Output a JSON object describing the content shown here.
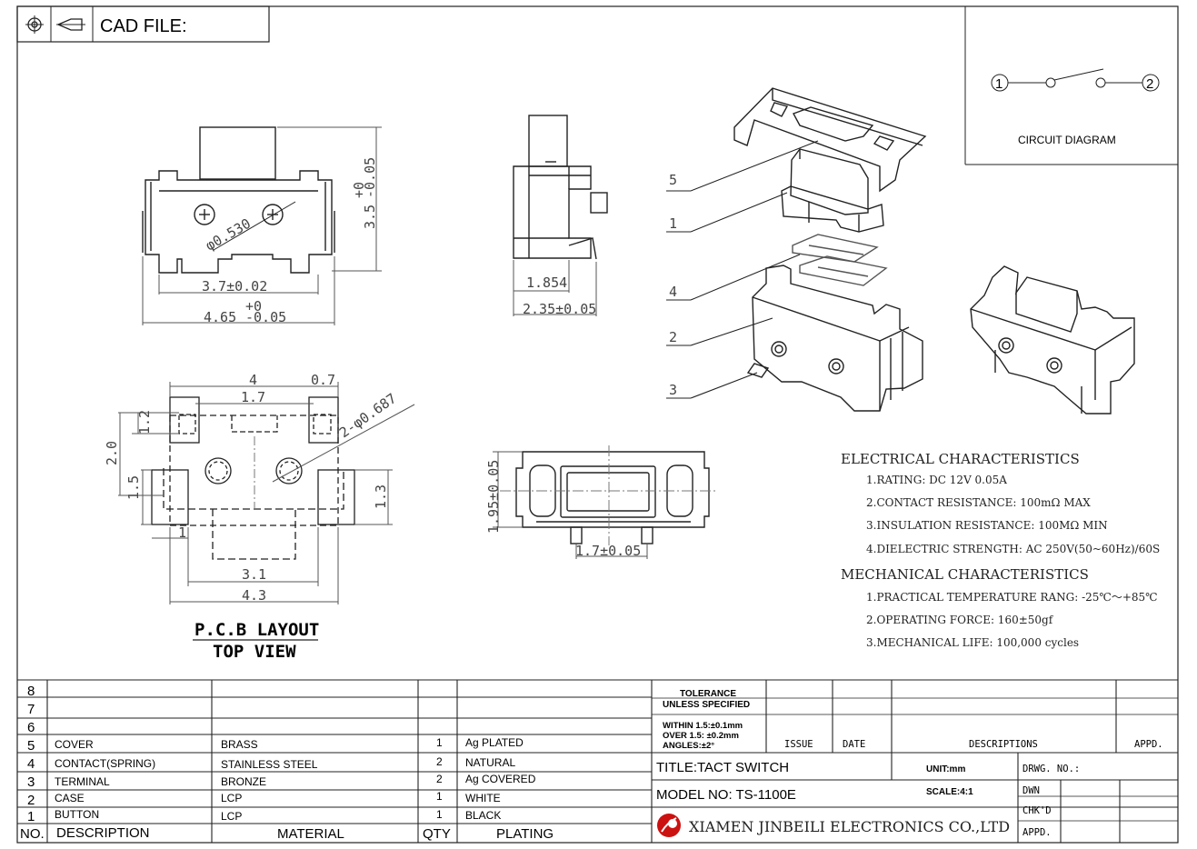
{
  "header": {
    "cad_label": "CAD FILE:"
  },
  "circuit": {
    "node_1": "1",
    "node_2": "2",
    "label": "CIRCUIT DIAGRAM"
  },
  "front_view": {
    "height_dim": "3.5",
    "height_tol_top": "+0",
    "height_tol_bottom": "-0.05",
    "hole_dim": "φ0.530",
    "pitch_dim": "3.7±0.02",
    "width_dim": "4.65",
    "width_tol_top": "+0",
    "width_tol_bottom": "-0.05"
  },
  "side_view": {
    "inner_dim": "1.854",
    "depth_dim": "2.35±0.05"
  },
  "pcb_layout": {
    "dim_top_width": "4",
    "dim_pad": "0.7",
    "dim_inner": "1.7",
    "dim_hole": "2-φ0.687",
    "dim_pad_h": "1.2",
    "dim_row_h": "2.0",
    "dim_left_h": "1.5",
    "dim_right_h": "1.3",
    "dim_small": "1",
    "dim_mid": "3.1",
    "dim_total": "4.3",
    "title_line1": "P.C.B LAYOUT",
    "title_line2": "TOP VIEW"
  },
  "top_view": {
    "height_dim": "1.95±0.05",
    "width_dim": "1.7±0.05"
  },
  "explode_labels": [
    "5",
    "1",
    "4",
    "2",
    "3"
  ],
  "electrical": {
    "heading": "ELECTRICAL CHARACTERISTICS",
    "items": [
      "1.RATING: DC 12V 0.05A",
      "2.CONTACT RESISTANCE: 100mΩ MAX",
      "3.INSULATION RESISTANCE: 100MΩ MIN",
      "4.DIELECTRIC STRENGTH: AC 250V(50~60Hz)/60S"
    ]
  },
  "mechanical": {
    "heading": "MECHANICAL CHARACTERISTICS",
    "items": [
      "1.PRACTICAL TEMPERATURE RANG: -25℃～+85℃",
      "2.OPERATING FORCE: 160±50gf",
      "3.MECHANICAL LIFE: 100,000 cycles"
    ]
  },
  "bom": {
    "empty_rows": [
      "8",
      "7",
      "6"
    ],
    "rows": [
      {
        "no": "5",
        "description": "COVER",
        "material": "BRASS",
        "qty": "1",
        "plating": "Ag PLATED"
      },
      {
        "no": "4",
        "description": "CONTACT(SPRING)",
        "material": "STAINLESS STEEL",
        "qty": "2",
        "plating": "NATURAL"
      },
      {
        "no": "3",
        "description": "TERMINAL",
        "material": "BRONZE",
        "qty": "2",
        "plating": "Ag COVERED"
      },
      {
        "no": "2",
        "description": "CASE",
        "material": "LCP",
        "qty": "1",
        "plating": "WHITE"
      },
      {
        "no": "1",
        "description": "BUTTON",
        "material": "LCP",
        "qty": "1",
        "plating": "BLACK"
      }
    ],
    "headers": {
      "no": "NO.",
      "description": "DESCRIPTION",
      "material": "MATERIAL",
      "qty": "QTY",
      "plating": "PLATING"
    }
  },
  "title_block": {
    "tolerance_line1": "TOLERANCE",
    "tolerance_line2": "UNLESS SPECIFIED",
    "within_line": "WITHIN 1.5:±0.1mm",
    "over_line": "OVER 1.5: ±0.2mm",
    "angles_line": "ANGLES:±2°",
    "issue": "ISSUE",
    "date": "DATE",
    "descriptions": "DESCRIPTIONS",
    "appd": "APPD.",
    "title": "TITLE:TACT SWITCH",
    "unit": "UNIT:mm",
    "drwg_no": "DRWG. NO.:",
    "model": "MODEL NO: TS-1100E",
    "scale": "SCALE:4:1",
    "dwn": "DWN",
    "chkd": "CHK'D",
    "appd_short": "APPD.",
    "company": "XIAMEN JINBEILI ELECTRONICS CO.,LTD"
  },
  "colors": {
    "line": "#222222",
    "dim": "#555555",
    "logo": "#cc1111"
  }
}
